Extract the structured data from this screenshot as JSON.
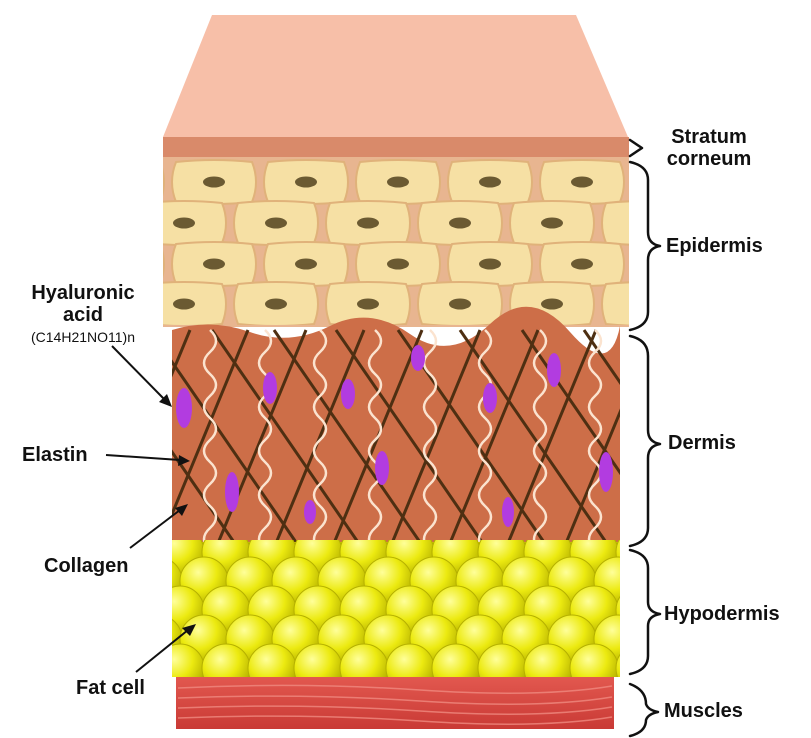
{
  "labels": {
    "stratum_corneum_line1": "Stratum",
    "stratum_corneum_line2": "corneum",
    "epidermis": "Epidermis",
    "dermis": "Dermis",
    "hypodermis": "Hypodermis",
    "muscles": "Muscles",
    "hyaluronic_line1": "Hyaluronic",
    "hyaluronic_line2": "acid",
    "hyaluronic_formula": "(C14H21NO11)n",
    "elastin": "Elastin",
    "collagen": "Collagen",
    "fat_cell": "Fat cell"
  },
  "colors": {
    "top_face": "#f7bfa8",
    "stratum_corneum": "#d98a6a",
    "epidermis_bg": "#e8b590",
    "epidermis_cell": "#f6e0a4",
    "nucleus": "#6b5a32",
    "dermis": "#cd6e48",
    "collagen": "#4e2f12",
    "elastin": "#fbe3cf",
    "hyaluronic": "#b23ce0",
    "fat": "#e9e600",
    "muscle": "#d8463f"
  }
}
